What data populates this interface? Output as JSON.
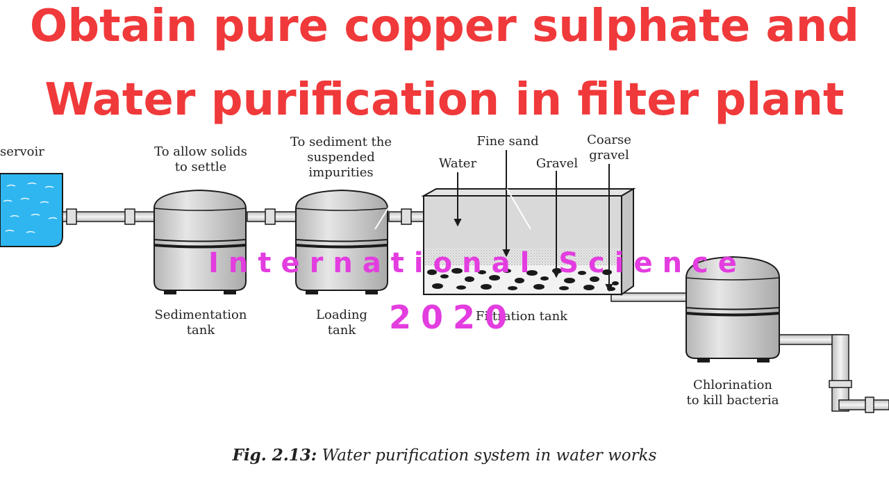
{
  "title": {
    "line1": "Obtain pure copper sulphate and",
    "line2": "Water purification in filter plant"
  },
  "labels": {
    "reservoir": "servoir",
    "allow_solids": "To allow solids\nto settle",
    "sediment_impurities": "To sediment the\nsuspended\nimpurities",
    "water": "Water",
    "fine_sand": "Fine sand",
    "gravel": "Gravel",
    "coarse_gravel": "Coarse\ngravel",
    "sedimentation_tank": "Sedimentation\ntank",
    "loading_tank": "Loading\ntank",
    "filtration_tank": "Filtration tank",
    "chlorination": "Chlorination\nto kill bacteria"
  },
  "watermark": {
    "line1": "International Science",
    "line2": "2020"
  },
  "caption": {
    "fig_number": "Fig. 2.13:",
    "text": " Water purification system in water works"
  },
  "colors": {
    "title": "#f0393a",
    "watermark": "#e33de0",
    "water": "#2fb6f0",
    "tank": "#cfcfcf"
  }
}
